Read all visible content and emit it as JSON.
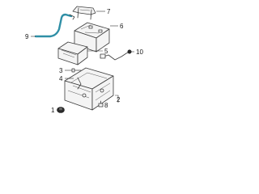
{
  "callouts": [
    {
      "id": "callout-1",
      "text": "1"
    },
    {
      "id": "callout-2",
      "text": "2"
    },
    {
      "id": "callout-3",
      "text": "3"
    },
    {
      "id": "callout-4",
      "text": "4"
    },
    {
      "id": "callout-5",
      "text": "5"
    },
    {
      "id": "callout-6",
      "text": "6"
    },
    {
      "id": "callout-7",
      "text": "7"
    },
    {
      "id": "callout-8",
      "text": "8"
    },
    {
      "id": "callout-9",
      "text": "9"
    },
    {
      "id": "callout-10",
      "text": "10"
    }
  ],
  "colors": {
    "highlight": "#2f8fa6",
    "line": "#3c3c3c",
    "text": "#1a1a1a"
  }
}
